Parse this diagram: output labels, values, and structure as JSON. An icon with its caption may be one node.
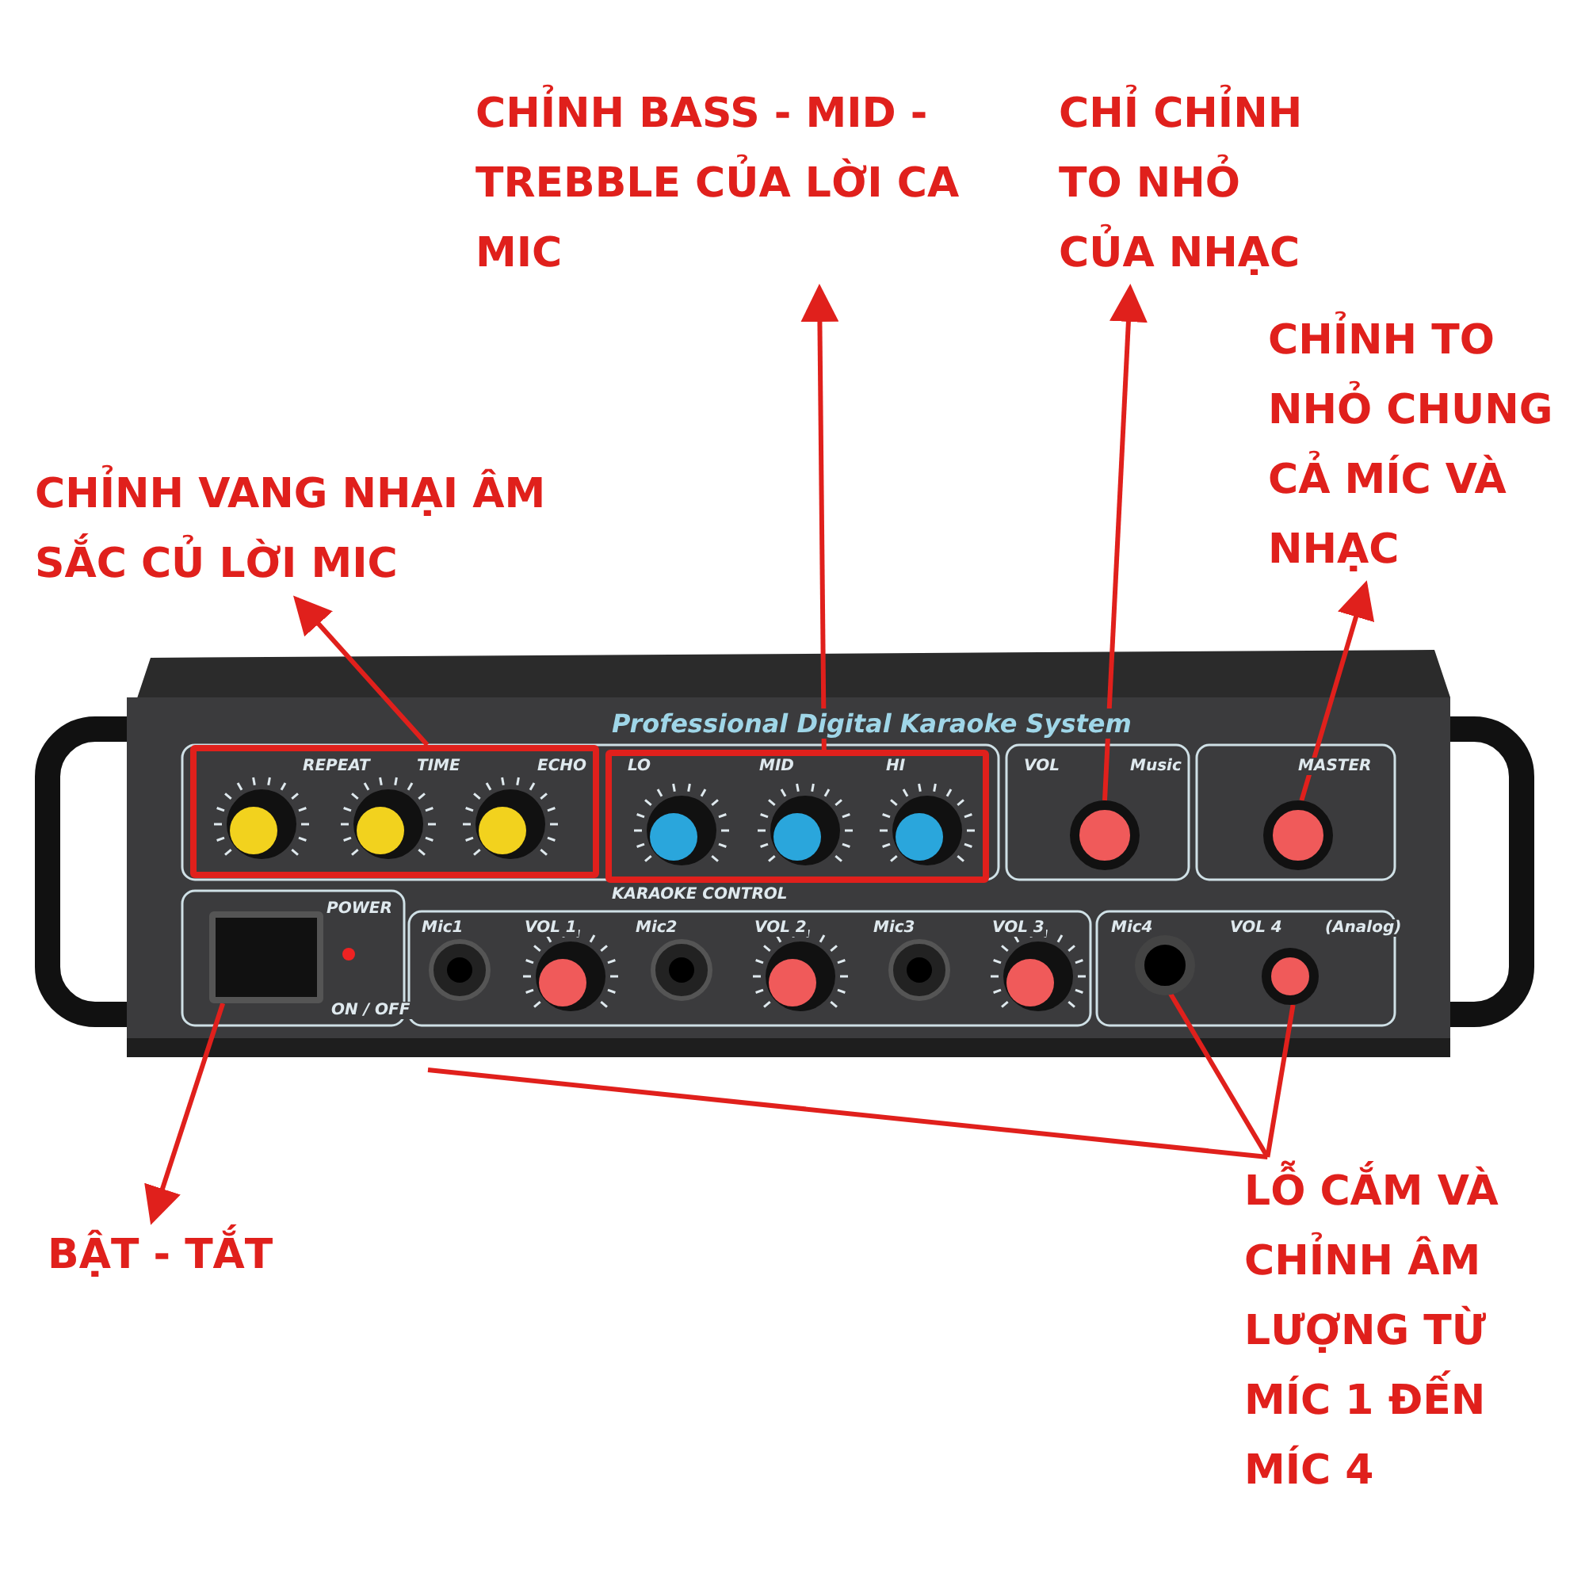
{
  "diagram": {
    "nodes": [
      {
        "text": [
          "CHỈNH VANG NHẠI ÂM SẮC CỦ LỜI MIC"
        ]
      },
      {
        "text": [
          "CHỈNH BASS - MID - TREBBLE CỦA LỜI CA MIC"
        ]
      },
      {
        "text": [
          "CHỈ CHỈNH TO NHỎ CỦA NHẠC"
        ]
      },
      {
        "text": [
          "CHỈNH TO NHỎ CHUNG CẢ MÍC VÀ NHẠC"
        ]
      },
      {
        "text": [
          "BẬT - TẮT"
        ]
      },
      {
        "text": [
          "LỖ CẮM VÀ CHỈNH ÂM LƯỢNG TỪ MÍC 1 ĐẾN MÍC 4"
        ]
      },
      {
        "text": [],
        "shape": "box"
      },
      {
        "text": [],
        "shape": "box"
      },
      {
        "text": [],
        "shape": "circle",
        "beside": [
          "VOL",
          "Music"
        ]
      },
      {
        "text": [],
        "shape": "circle",
        "beside": [
          "MASTER"
        ]
      },
      {
        "text": [],
        "shape": "box",
        "beside": [
          "POWER",
          "ON / OFF"
        ]
      },
      {
        "text": [],
        "shape": "circle",
        "beside": [
          "Mic4"
        ]
      },
      {
        "text": [],
        "shape": "circle",
        "beside": [
          "VOL 4"
        ]
      }
    ],
    "edges": [
      {
        "from": 6,
        "to": 0,
        "arrow": "to"
      },
      {
        "from": 7,
        "to": 1,
        "arrow": "to"
      },
      {
        "from": 8,
        "to": 2,
        "arrow": "to"
      },
      {
        "from": 9,
        "to": 3,
        "arrow": "to"
      },
      {
        "from": 10,
        "to": 4,
        "arrow": "to"
      },
      {
        "from": 5,
        "to": 11,
        "arrow": "none"
      },
      {
        "from": 5,
        "to": 12,
        "arrow": "none"
      },
      {
        "from": 5,
        "to": null,
        "arrow": "none"
      }
    ],
    "labels": [
      "Professional Digital Karaoke System",
      "REPEAT",
      "TIME",
      "ECHO",
      "LO",
      "MID",
      "HI",
      "KARAOKE CONTROL",
      "Mic1",
      "VOL 1",
      "Mic2",
      "VOL 2",
      "Mic3",
      "VOL 3",
      "(Analog)"
    ]
  }
}
